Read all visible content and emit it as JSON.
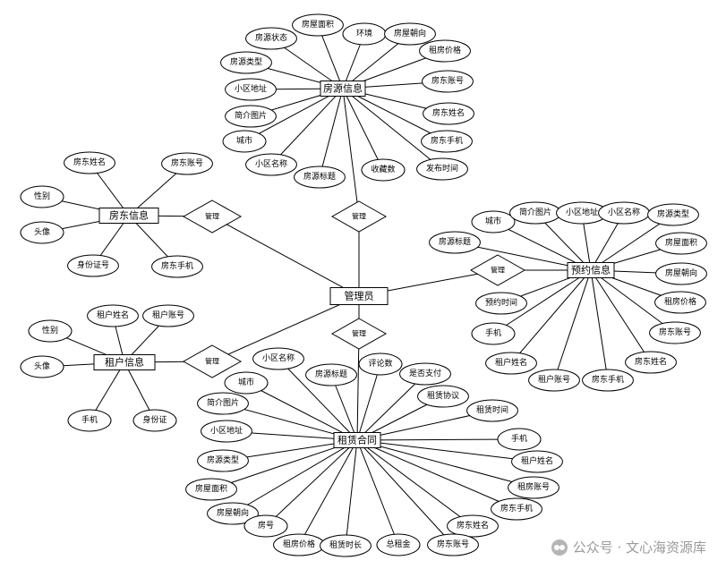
{
  "entities": [
    {
      "id": "fangyuan",
      "label": "房源信息"
    },
    {
      "id": "fangdong",
      "label": "房东信息"
    },
    {
      "id": "guanli",
      "label": "管理员"
    },
    {
      "id": "yuyue",
      "label": "预约信息"
    },
    {
      "id": "zuhu",
      "label": "租户信息"
    },
    {
      "id": "hetong",
      "label": "租赁合同"
    }
  ],
  "relationships": [
    {
      "id": "r_top",
      "label": "管理"
    },
    {
      "id": "r_fangdong",
      "label": "管理"
    },
    {
      "id": "r_yuyue",
      "label": "管理"
    },
    {
      "id": "r_zuhu",
      "label": "管理"
    },
    {
      "id": "r_bottom",
      "label": "管理"
    }
  ],
  "attributes": {
    "fangyuan": [
      "房屋面积",
      "环境",
      "房屋朝向",
      "房源状态",
      "租房价格",
      "房源类型",
      "房东账号",
      "小区地址",
      "房东姓名",
      "简介图片",
      "房东手机",
      "城市",
      "发布时间",
      "小区名称",
      "收藏数",
      "房源标题"
    ],
    "fangdong": [
      "房东姓名",
      "房东账号",
      "性别",
      "头像",
      "身份证号",
      "房东手机"
    ],
    "yuyue": [
      "城市",
      "简介图片",
      "小区地址",
      "小区名称",
      "房源类型",
      "房源标题",
      "房屋面积",
      "房屋朝向",
      "预约时间",
      "租房价格",
      "手机",
      "房东账号",
      "租户姓名",
      "房东姓名",
      "租户账号",
      "房东手机"
    ],
    "zuhu": [
      "租户姓名",
      "租户账号",
      "性别",
      "头像",
      "手机",
      "身份证"
    ],
    "hetong": [
      "小区名称",
      "评论数",
      "城市",
      "房源标题",
      "是否支付",
      "租赁协议",
      "简介图片",
      "租赁时间",
      "小区地址",
      "手机",
      "房源类型",
      "租户姓名",
      "房屋面积",
      "租房账号",
      "房屋朝向",
      "房东手机",
      "房号",
      "房东姓名",
      "租房价格",
      "租赁时长",
      "总租金",
      "房东账号"
    ]
  },
  "watermark": {
    "text": "公众号 · 文心海资源库",
    "icon": "wechat-icon"
  }
}
